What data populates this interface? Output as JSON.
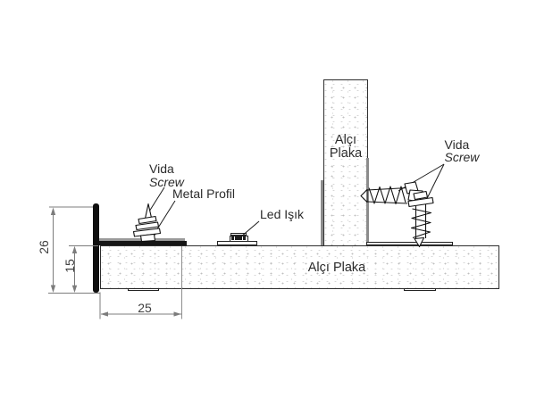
{
  "figure": {
    "kind": "construction-detail-drawing",
    "labels": {
      "screw_left": {
        "line1": "Vida",
        "line2": "Screw"
      },
      "metal_profile": "Metal Profil",
      "led": "Led Işık",
      "screw_right": {
        "line1": "Vida",
        "line2": "Screw"
      },
      "board_vertical": {
        "line1": "Alçı",
        "line2": "Plaka"
      },
      "board_horizontal": "Alçı Plaka"
    },
    "dimensions": {
      "total_height": "26",
      "board_height": "15",
      "profile_width": "25"
    },
    "colors": {
      "line": "#2e2e2e",
      "dimension": "#7c7c7c",
      "dimension_text": "#3f3f3f",
      "metal_dark": "#161616",
      "metal_gray": "#9a9a9a",
      "background": "#ffffff"
    }
  }
}
